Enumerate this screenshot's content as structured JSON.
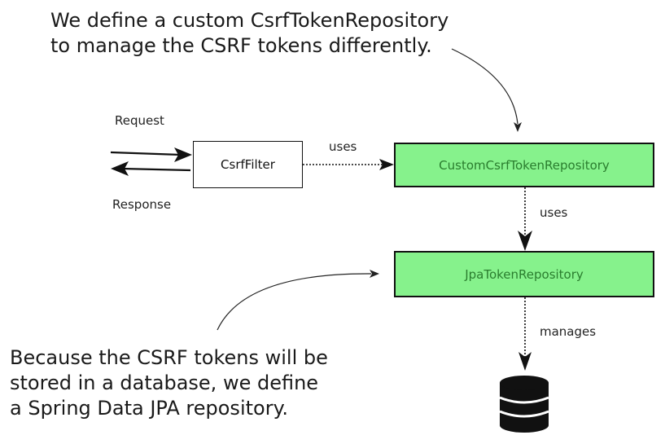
{
  "notes": {
    "top_line1": "We define a custom CsrfTokenRepository",
    "top_line2": "to manage the CSRF tokens differently.",
    "bottom_line1": "Because the CSRF tokens will be",
    "bottom_line2": "stored in a database, we define",
    "bottom_line3": "a Spring Data JPA repository."
  },
  "labels": {
    "request": "Request",
    "response": "Response",
    "uses_horizontal": "uses",
    "uses_vertical": "uses",
    "manages": "manages"
  },
  "nodes": {
    "csrf_filter": "CsrfFilter",
    "custom_repo": "CustomCsrfTokenRepository",
    "jpa_repo": "JpaTokenRepository"
  },
  "icons": {
    "database": "database-icon"
  },
  "colors": {
    "highlight_fill": "#86f28c",
    "highlight_text": "#2a7d2e"
  }
}
